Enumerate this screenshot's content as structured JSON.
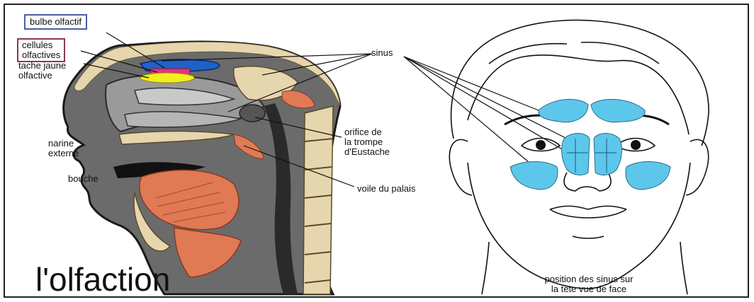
{
  "labels": {
    "bulbe": "bulbe olfactif",
    "cellules": "cellules\nolfactives",
    "tache": "tache jaune\nolfactive",
    "sinus": "sinus",
    "orifice": "orifice de\nla trompe\nd'Eustache",
    "narine": "narine\nexterne",
    "bouche": "bouche",
    "voile": "voile du palais"
  },
  "title": "l'olfaction",
  "caption": "position des sinus sur\nla tête vue de face",
  "colors": {
    "sinus_blue": "#5cc7ea",
    "bulb_blue": "#1e62c9",
    "spot_yellow": "#f4ee1c",
    "cells_magenta": "#e8317e",
    "muscle_orange": "#e07a55",
    "bone_beige": "#e6d6ad",
    "tissue_gray": "#8e8e8e",
    "dark_gray": "#3a3a3a"
  }
}
